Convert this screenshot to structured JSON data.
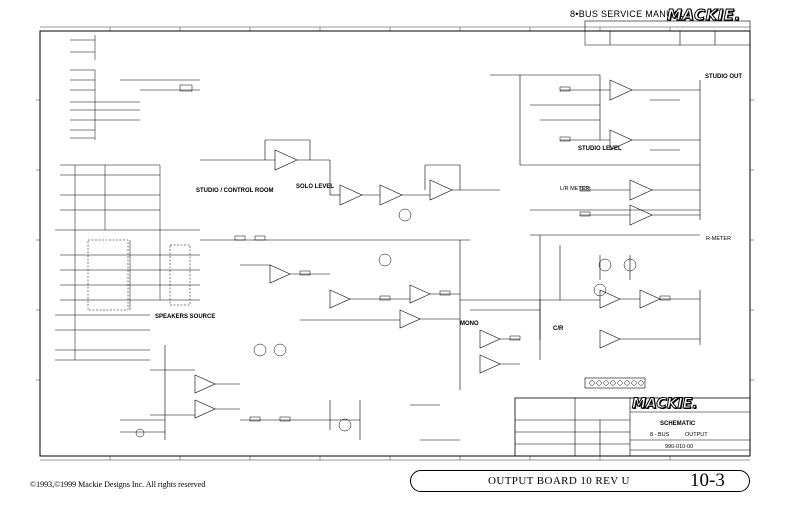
{
  "header": {
    "manual_title": "8•BUS SERVICE MANUAL",
    "brand": "MACKIE."
  },
  "drawing": {
    "title_block": {
      "brand": "MACKIE.",
      "schematic_label": "SCHEMATIC",
      "product": "8 - BUS",
      "board": "OUTPUT",
      "drawing_number": "990-010-00"
    },
    "section_labels": {
      "studio_control_room": "STUDIO / CONTROL ROOM",
      "solo_level": "SOLO LEVEL",
      "speakers_source": "SPEAKERS SOURCE",
      "studio_level": "STUDIO LEVEL",
      "studio_out": "STUDIO OUT",
      "mono": "MONO",
      "lr_meter": "L/R METER",
      "cr": "C/R",
      "cr_meter_hint": "R-METER"
    }
  },
  "footer": {
    "copyright": "©1993,©1999 Mackie Designs Inc. All rights reserved",
    "board_title": "OUTPUT BOARD 10 REV U",
    "page": "10-3"
  },
  "colors": {
    "ink": "#000000",
    "paper": "#ffffff"
  }
}
